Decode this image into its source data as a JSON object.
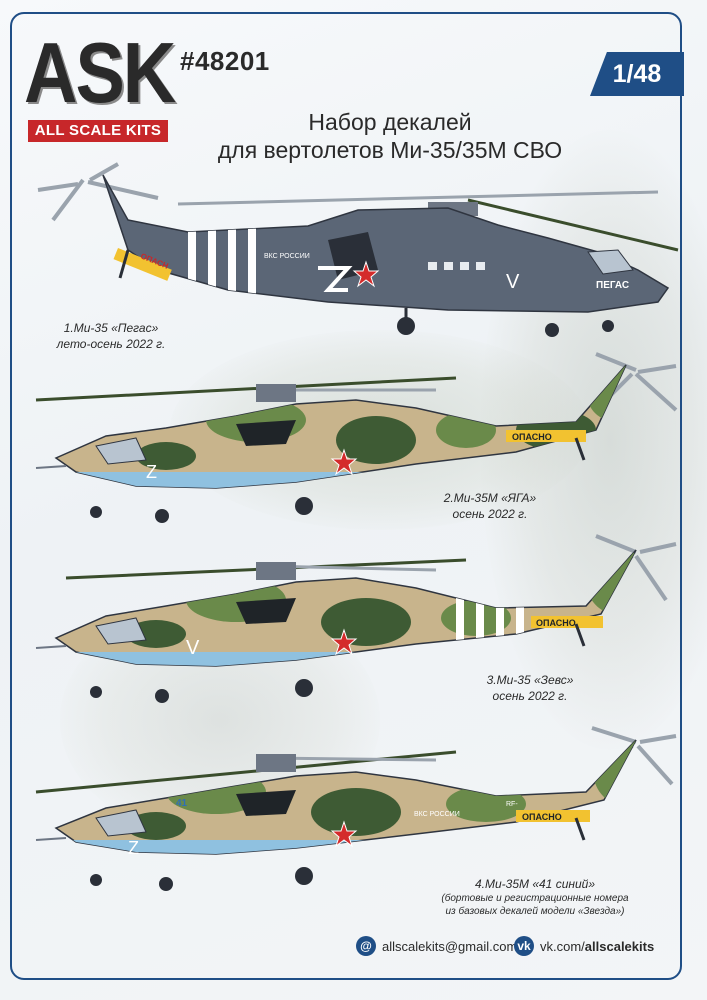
{
  "brand": {
    "logo_text": "ASK",
    "logo_sub": "ALL SCALE KITS"
  },
  "product": {
    "code": "#48201",
    "scale": "1/48",
    "title_line1": "Набор декалей",
    "title_line2": "для вертолетов Ми-35/35М СВО"
  },
  "colors": {
    "accent_blue": "#1f4e86",
    "logo_red": "#c7272a",
    "grey_camo": "#5b6676",
    "camo_tan": "#c8b48c",
    "camo_green": "#6a8a4a",
    "camo_dark": "#3e5b34",
    "belly_blue": "#8fc1e0"
  },
  "helicopters": [
    {
      "caption_line1": "1.Ми-35 «Пегас»",
      "caption_line2": "лето-осень 2022 г.",
      "marking_letter": "V",
      "side_text": "ПЕГАС",
      "warning_text": "ОПАСН",
      "stencil_text": "ВКС РОССИИ"
    },
    {
      "caption_line1": "2.Ми-35М «ЯГА»",
      "caption_line2": "осень 2022 г.",
      "marking_letter": "Z",
      "warning_text": "ОПАСНО"
    },
    {
      "caption_line1": "3.Ми-35 «Зевс»",
      "caption_line2": "осень 2022 г.",
      "marking_letter": "V",
      "warning_text": "ОПАСНО"
    },
    {
      "caption_line1": "4.Ми-35М «41 синий»",
      "caption_note1": "(бортовые и регистрационные номера",
      "caption_note2": "из базовых декалей модели «Звезда»)",
      "marking_letter": "Z",
      "warning_text": "ОПАСНО",
      "side_number": "41",
      "stencil_text": "ВКС РОССИИ",
      "reg_text": "RF-"
    }
  ],
  "footer": {
    "email": "allscalekits@gmail.com",
    "vk_prefix": "vk.com/",
    "vk_handle": "allscalekits",
    "email_icon": "at-icon",
    "vk_icon": "vk-icon"
  }
}
